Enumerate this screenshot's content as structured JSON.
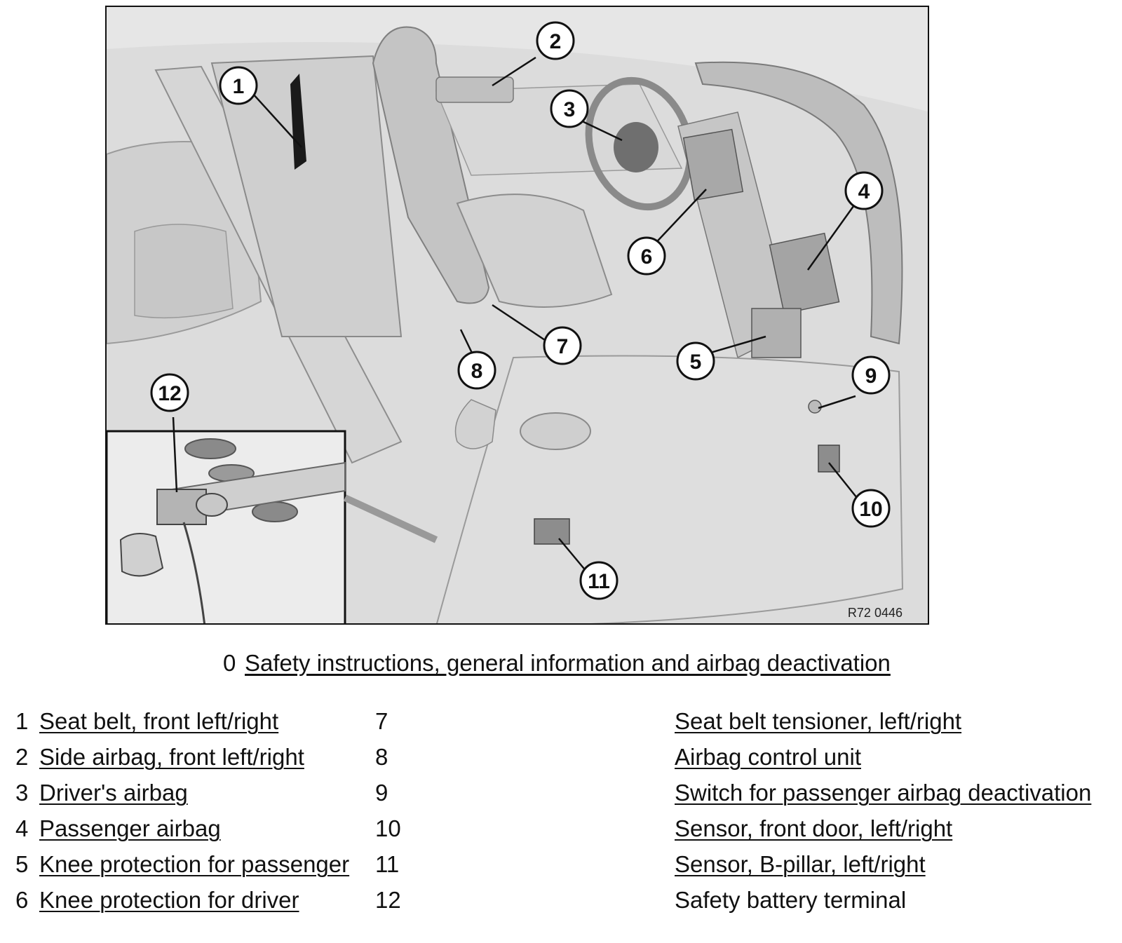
{
  "figure": {
    "reference": "R72 0446",
    "callouts": [
      "1",
      "2",
      "3",
      "4",
      "5",
      "6",
      "7",
      "8",
      "9",
      "10",
      "11",
      "12"
    ]
  },
  "caption": {
    "number": "0",
    "text": "Safety instructions, general information and airbag deactivation"
  },
  "legend_left": [
    {
      "num": "1",
      "label": "Seat belt, front left/right"
    },
    {
      "num": "2",
      "label": "Side airbag, front left/right"
    },
    {
      "num": "3",
      "label": "Driver's airbag"
    },
    {
      "num": "4",
      "label": "Passenger airbag"
    },
    {
      "num": "5",
      "label": "Knee protection for passenger"
    },
    {
      "num": "6",
      "label": "Knee protection for driver"
    }
  ],
  "legend_right": [
    {
      "num": "7",
      "label": "Seat belt tensioner, left/right",
      "linked": true
    },
    {
      "num": "8",
      "label": "Airbag control unit",
      "linked": true
    },
    {
      "num": "9",
      "label": "Switch for passenger airbag deactivation",
      "linked": true
    },
    {
      "num": "10",
      "label": "Sensor, front door, left/right",
      "linked": true
    },
    {
      "num": "11",
      "label": "Sensor, B-pillar, left/right",
      "linked": true
    },
    {
      "num": "12",
      "label": "Safety battery terminal",
      "linked": false
    }
  ]
}
